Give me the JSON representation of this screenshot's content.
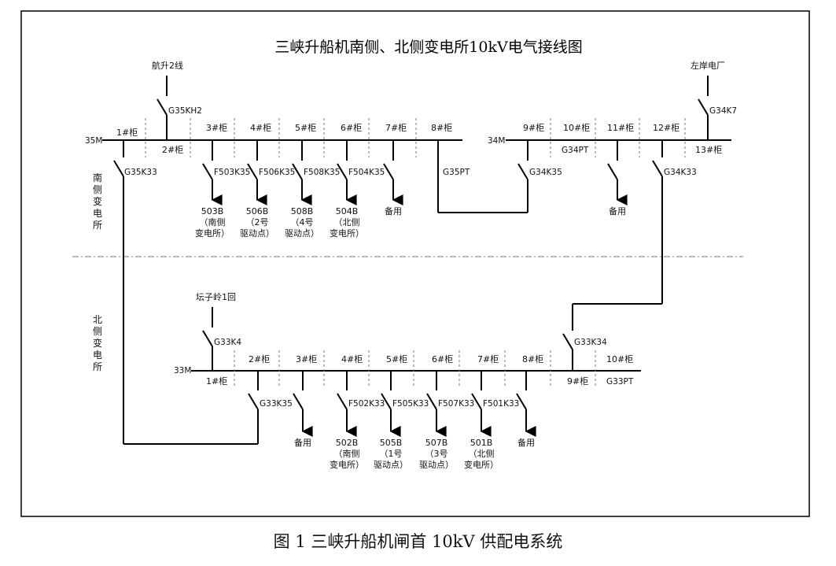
{
  "title": "三峡升船机南侧、北侧变电所10kV电气接线图",
  "caption": "图 1 三峡升船机闸首 10kV 供配电系统",
  "regions": {
    "south": "南侧变电所",
    "north": "北侧变电所"
  },
  "south": {
    "bus_35m": "35M",
    "bus_34m": "34M",
    "incoming_left": "航升2线",
    "incoming_right": "左岸电厂",
    "cabinets": {
      "c1": "1#柜",
      "c2": "2#柜",
      "c3": "3#柜",
      "c4": "4#柜",
      "c5": "5#柜",
      "c6": "6#柜",
      "c7": "7#柜",
      "c8": "8#柜",
      "c9": "9#柜",
      "c10": "10#柜",
      "c11": "11#柜",
      "c12": "12#柜",
      "c13": "13#柜"
    },
    "switches": {
      "g35k33": "G35K33",
      "g35kh2": "G35KH2",
      "f503": "F503K35",
      "f506": "F506K35",
      "f508": "F508K35",
      "f504": "F504K35",
      "g35pt": "G35PT",
      "g34k35": "G34K35",
      "g34pt": "G34PT",
      "g34k33": "G34K33",
      "g34k7": "G34K7"
    },
    "loads": {
      "l503": [
        "503B",
        "（南侧",
        "变电所）"
      ],
      "l506": [
        "506B",
        "（2号",
        "驱动点）"
      ],
      "l508": [
        "508B",
        "（4号",
        "驱动点）"
      ],
      "l504": [
        "504B",
        "（北侧",
        "变电所）"
      ],
      "spare7": "备用",
      "spare11": "备用"
    }
  },
  "north": {
    "bus_33m": "33M",
    "incoming": "坛子岭1回",
    "cabinets": {
      "c1": "1#柜",
      "c2": "2#柜",
      "c3": "3#柜",
      "c4": "4#柜",
      "c5": "5#柜",
      "c6": "6#柜",
      "c7": "7#柜",
      "c8": "8#柜",
      "c9": "9#柜",
      "c10": "10#柜"
    },
    "switches": {
      "g33k4": "G33K4",
      "g33k35": "G33K35",
      "f502": "F502K33",
      "f505": "F505K33",
      "f507": "F507K33",
      "f501": "F501K33",
      "g33k34": "G33K34",
      "g33pt": "G33PT"
    },
    "loads": {
      "spare3": "备用",
      "l502": [
        "502B",
        "（南侧",
        "变电所）"
      ],
      "l505": [
        "505B",
        "（1号",
        "驱动点）"
      ],
      "l507": [
        "507B",
        "（3号",
        "驱动点）"
      ],
      "l501": [
        "501B",
        "（北侧",
        "变电所）"
      ],
      "spare8": "备用"
    }
  }
}
